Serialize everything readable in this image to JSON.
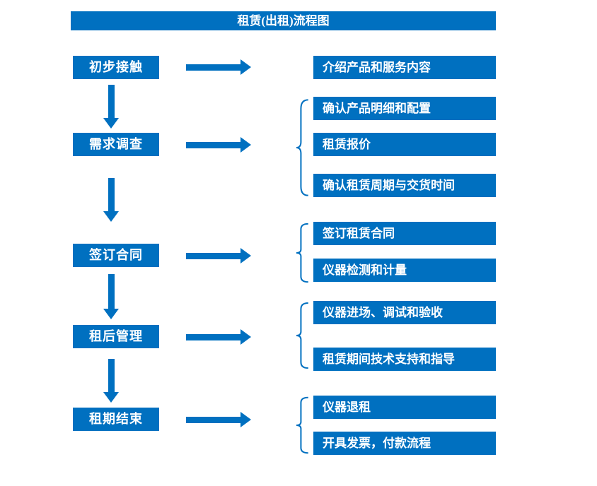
{
  "title": "租赁(出租)流程图",
  "colors": {
    "primary": "#0070C0",
    "text_on_primary": "#FFFFFF"
  },
  "stages": [
    {
      "label": "初步接触",
      "items": [
        "介绍产品和服务内容"
      ]
    },
    {
      "label": "需求调查",
      "items": [
        "确认产品明细和配置",
        "租赁报价",
        "确认租赁周期与交货时间"
      ]
    },
    {
      "label": "签订合同",
      "items": [
        "签订租赁合同",
        "仪器检测和计量"
      ]
    },
    {
      "label": "租后管理",
      "items": [
        "仪器进场、调试和验收",
        "租赁期间技术支持和指导"
      ]
    },
    {
      "label": "租期结束",
      "items": [
        "仪器退租",
        "开具发票，付款流程"
      ]
    }
  ]
}
